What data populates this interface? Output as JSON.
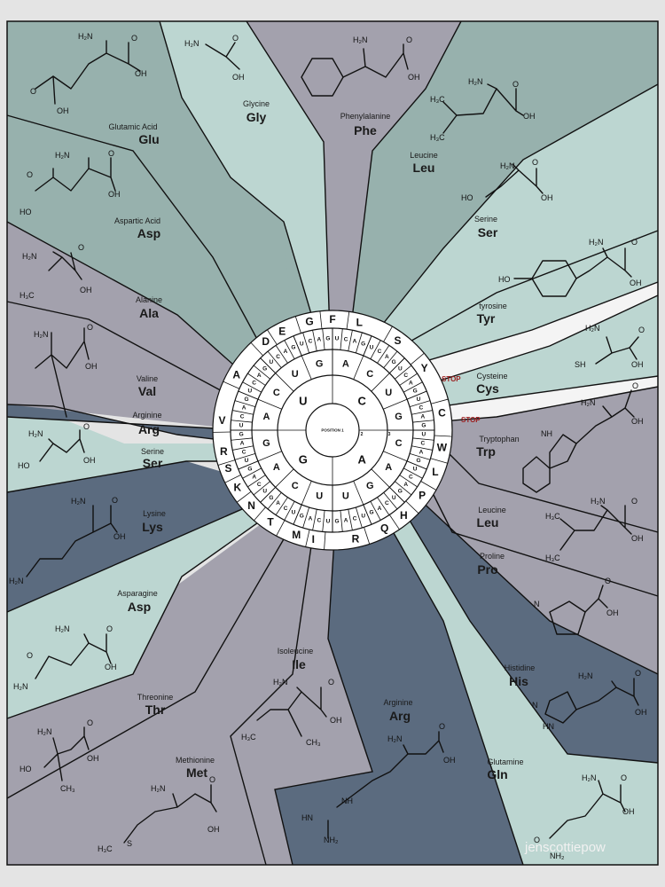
{
  "colors": {
    "frame": "#e4e4e4",
    "sage": "#97b1ad",
    "mint": "#bcd6d1",
    "grey": "#a3a1ad",
    "slate": "#5b6b7f",
    "white_band": "#f4f4f4",
    "stop_red": "#9c1f1f"
  },
  "stop_label": "STOP",
  "amino_acids": [
    {
      "name": "Glutamic Acid",
      "abbr": "Glu"
    },
    {
      "name": "Glycine",
      "abbr": "Gly"
    },
    {
      "name": "Phenylalanine",
      "abbr": "Phe"
    },
    {
      "name": "Leucine",
      "abbr": "Leu"
    },
    {
      "name": "Aspartic Acid",
      "abbr": "Asp"
    },
    {
      "name": "Serine",
      "abbr": "Ser"
    },
    {
      "name": "Alanine",
      "abbr": "Ala"
    },
    {
      "name": "tyrosine",
      "abbr": "Tyr"
    },
    {
      "name": "Valine",
      "abbr": "Val"
    },
    {
      "name": "Cysteine",
      "abbr": "Cys"
    },
    {
      "name": "Arginine",
      "abbr": "Arg"
    },
    {
      "name": "Tryptophan",
      "abbr": "Trp"
    },
    {
      "name": "Serine",
      "abbr": "Ser"
    },
    {
      "name": "Lysine",
      "abbr": "Lys"
    },
    {
      "name": "Leucine",
      "abbr": "Leu"
    },
    {
      "name": "Proline",
      "abbr": "Pro"
    },
    {
      "name": "Asparagine",
      "abbr": "Asp"
    },
    {
      "name": "Histidine",
      "abbr": "His"
    },
    {
      "name": "Isoleucine",
      "abbr": "Ile"
    },
    {
      "name": "Threonine",
      "abbr": "Thr"
    },
    {
      "name": "Arginine",
      "abbr": "Arg"
    },
    {
      "name": "Methionine",
      "abbr": "Met"
    },
    {
      "name": "Glutamine",
      "abbr": "Gln"
    }
  ],
  "chem_labels": {
    "h2n": "H₂N",
    "oh": "OH",
    "o": "O",
    "ho": "HO",
    "h3c": "H₃C",
    "ch3": "CH₃",
    "sh": "SH",
    "nh": "NH",
    "hn": "HN",
    "nh2": "NH₂",
    "n": "N",
    "s": "S"
  },
  "wheel": {
    "position_label": "POSITION 1",
    "pos2": "2",
    "pos3": "3",
    "inner": [
      "G",
      "U",
      "C",
      "A"
    ],
    "second": [
      "U",
      "C",
      "A",
      "G",
      "A",
      "C",
      "U",
      "G",
      "A",
      "C",
      "U",
      "G",
      "C",
      "A",
      "G",
      "U"
    ],
    "third": "UCAGUCAGUCAGUCAGUCAGUCAGUCAGUCAGUCAGUCAGUCAGUCAGUCAGUCAGUCAGUCAG",
    "letters": [
      {
        "letter": "F",
        "deg": 0
      },
      {
        "letter": "L",
        "deg": 14
      },
      {
        "letter": "S",
        "deg": 36
      },
      {
        "letter": "Y",
        "deg": 56
      },
      {
        "letter": "C",
        "deg": 81
      },
      {
        "letter": "W",
        "deg": 99
      },
      {
        "letter": "L",
        "deg": 112
      },
      {
        "letter": "P",
        "deg": 126
      },
      {
        "letter": "H",
        "deg": 140
      },
      {
        "letter": "Q",
        "deg": 152
      },
      {
        "letter": "R",
        "deg": 168
      },
      {
        "letter": "I",
        "deg": 190
      },
      {
        "letter": "M",
        "deg": 199
      },
      {
        "letter": "T",
        "deg": 214
      },
      {
        "letter": "N",
        "deg": 227
      },
      {
        "letter": "K",
        "deg": 239
      },
      {
        "letter": "S",
        "deg": 250
      },
      {
        "letter": "R",
        "deg": 259
      },
      {
        "letter": "V",
        "deg": 275
      },
      {
        "letter": "A",
        "deg": 300
      },
      {
        "letter": "D",
        "deg": 323
      },
      {
        "letter": "E",
        "deg": 333
      },
      {
        "letter": "G",
        "deg": 348
      }
    ]
  },
  "watermark": "jenscottiepow"
}
